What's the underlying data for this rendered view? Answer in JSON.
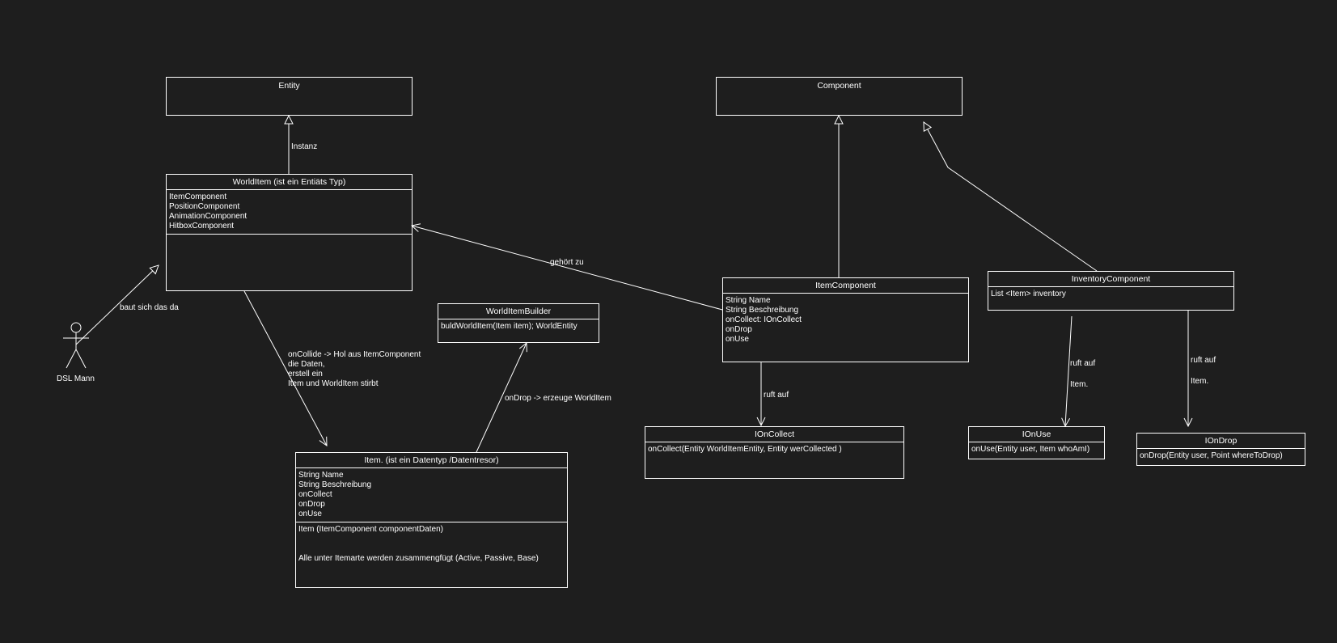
{
  "diagram": {
    "classes": {
      "entity": {
        "title": "Entity"
      },
      "component": {
        "title": "Component"
      },
      "world_item": {
        "title": "WorldItem (ist ein Entiäts Typ)",
        "attributes": [
          "ItemComponent",
          "PositionComponent",
          "AnimationComponent",
          "HitboxComponent"
        ]
      },
      "world_item_builder": {
        "title": "WorldItemBuilder",
        "methods": [
          "buldWorldItem(Item item); WorldEntity"
        ]
      },
      "item": {
        "title": "Item.  (ist ein Datentyp /Datentresor)",
        "attributes": [
          "String Name",
          "String Beschreibung",
          "onCollect",
          "onDrop",
          "onUse"
        ],
        "methods": [
          "Item (ItemComponent componentDaten)",
          "",
          "",
          "Alle unter Itemarte werden zusammengfügt (Active, Passive, Base)"
        ]
      },
      "item_component": {
        "title": "ItemComponent",
        "attributes": [
          "String Name",
          "String Beschreibung",
          "onCollect: IOnCollect",
          "onDrop",
          "onUse"
        ]
      },
      "inventory_component": {
        "title": "InventoryComponent",
        "attributes": [
          "List <Item> inventory"
        ]
      },
      "ionCollect": {
        "title": "IOnCollect",
        "methods": [
          "onCollect(Entity WorldItemEntity, Entity werCollected )"
        ]
      },
      "ionUse": {
        "title": "IOnUse",
        "methods": [
          "onUse(Entity user, Item whoAmI)"
        ]
      },
      "ionDrop": {
        "title": "IOnDrop",
        "methods": [
          "onDrop(Entity user, Point whereToDrop)"
        ]
      }
    },
    "actor": {
      "label": "DSL Mann"
    },
    "edge_labels": {
      "instanz": "Instanz",
      "gehoert_zu": "gehört zu",
      "baut_sich": "baut sich das da",
      "on_collide": [
        "onCollide -> Hol aus ItemComponent",
        "die Daten,",
        "erstell ein",
        "Item und WorldItem stirbt"
      ],
      "on_drop": "onDrop -> erzeuge WorldItem",
      "ruft_auf_collect": "ruft auf",
      "ruft_auf_use": [
        "ruft auf",
        "",
        "Item."
      ],
      "ruft_auf_drop": [
        "ruft auf",
        "",
        "Item."
      ]
    },
    "colors": {
      "background": "#1e1e1e",
      "stroke": "#ffffff",
      "text": "#ffffff"
    }
  }
}
